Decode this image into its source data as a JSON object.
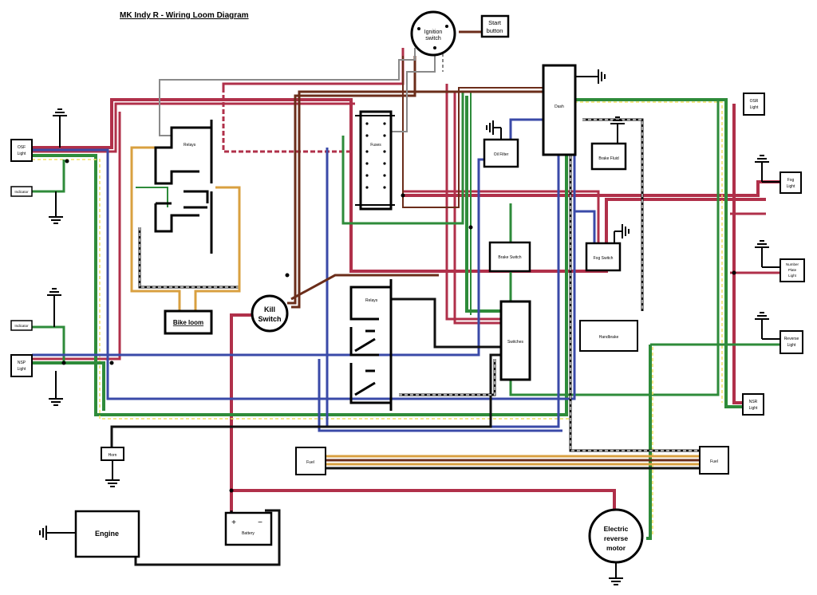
{
  "title": "MK Indy R - Wiring Loom Diagram",
  "components": {
    "osf_light": [
      "OSF",
      "Light"
    ],
    "osr_light": [
      "OSR",
      "Light"
    ],
    "nsp_light": [
      "NSP",
      "Light"
    ],
    "nsr_light": [
      "NSR",
      "Light"
    ],
    "indicator_front": "Indicator",
    "indicator_rear": "Indicator",
    "relays_top": "Relays",
    "relays_mid": "Relays",
    "bike_loom": "Bike loom",
    "ignition_switch": [
      "Ignition",
      "switch"
    ],
    "start_button": [
      "Start",
      "button"
    ],
    "fuses": "Fuses",
    "dash": "Dash",
    "oil_filter": "Oil Filter",
    "brake_fluid": "Brake Fluid",
    "brake_switch": "Brake Switch",
    "fog_switch": "Fog Switch",
    "switches": "Switches",
    "handbrake": "Handbrake",
    "kill_switch": [
      "Kill",
      "Switch"
    ],
    "fog_light": [
      "Fog",
      "Light"
    ],
    "number_plate_light": [
      "Number",
      "Plate",
      "Light"
    ],
    "reverse_light": [
      "Reverse",
      "Light"
    ],
    "horn": "Horn",
    "fuel_left": "Fuel",
    "fuel_right": "Fuel",
    "engine": "Engine",
    "battery": "Battery",
    "battery_plus": "+",
    "battery_minus": "−",
    "reverse_motor": [
      "Electric",
      "reverse",
      "motor"
    ]
  },
  "wire_colors": {
    "red": "#b0304a",
    "green": "#2e8b3a",
    "blue": "#3a4aa8",
    "brown": "#6b2d1a",
    "black": "#111111",
    "orange": "#d9a040",
    "grey": "#8a8a8a",
    "yellow_dash": "#f0e060"
  }
}
